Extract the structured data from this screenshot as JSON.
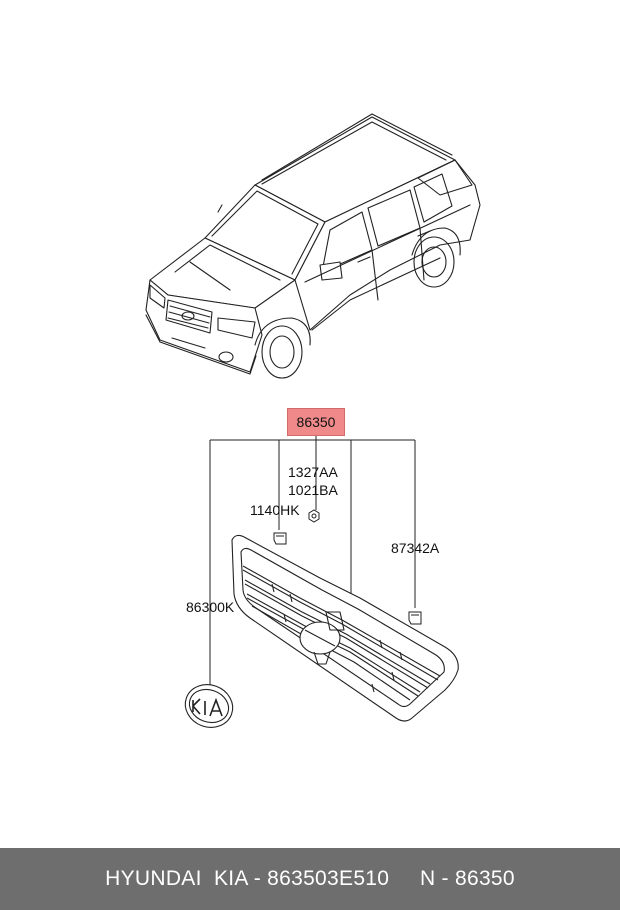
{
  "highlight_part": "86350",
  "part_labels": {
    "screw_a": "1327AA",
    "screw_b": "1021BA",
    "clip_left": "1140HK",
    "clip_right": "87342A",
    "grille": "86300K"
  },
  "colors": {
    "highlight": "#f08a8a",
    "line": "#222222",
    "footer_bg": "#6e6e6e",
    "footer_text": "#ffffff"
  },
  "footer": {
    "brand": "HYUNDAI  KIA",
    "separator1": " - ",
    "part_number": "863503E510",
    "gap": "     ",
    "code_prefix": "N - ",
    "code": "86350"
  }
}
